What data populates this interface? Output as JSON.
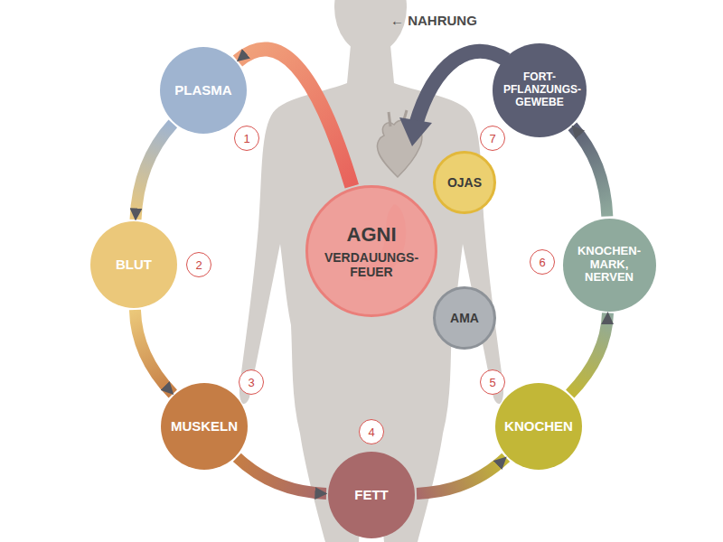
{
  "diagram": {
    "nodes": [
      {
        "text": [
          "PLASMA"
        ]
      },
      {
        "text": [
          "BLUT"
        ]
      },
      {
        "text": [
          "MUSKELN"
        ]
      },
      {
        "text": [
          "FETT"
        ]
      },
      {
        "text": [
          "KNOCHEN"
        ]
      },
      {
        "text": [
          "KNOCHEN- MARK, NERVEN"
        ]
      },
      {
        "text": [
          "FORT- PFLANZUNGS- GEWEBE"
        ]
      },
      {
        "text": [
          "AGNI",
          "VERDAUUNGS- FEUER"
        ]
      },
      {
        "text": [
          "OJAS"
        ]
      },
      {
        "text": [
          "AMA"
        ]
      }
    ],
    "edges": [
      {
        "from": 0,
        "to": 1,
        "arrow": "to"
      },
      {
        "from": 1,
        "to": 2,
        "arrow": "to"
      },
      {
        "from": 2,
        "to": 3,
        "arrow": "to"
      },
      {
        "from": 3,
        "to": 4,
        "arrow": "to"
      },
      {
        "from": 4,
        "to": 5,
        "arrow": "to"
      },
      {
        "from": 5,
        "to": 6,
        "arrow": "to"
      },
      {
        "from": 7,
        "to": 0,
        "arrow": "to"
      }
    ],
    "labels": [
      "← NAHRUNG",
      "1",
      "2",
      "3",
      "4",
      "5",
      "6",
      "7"
    ]
  }
}
